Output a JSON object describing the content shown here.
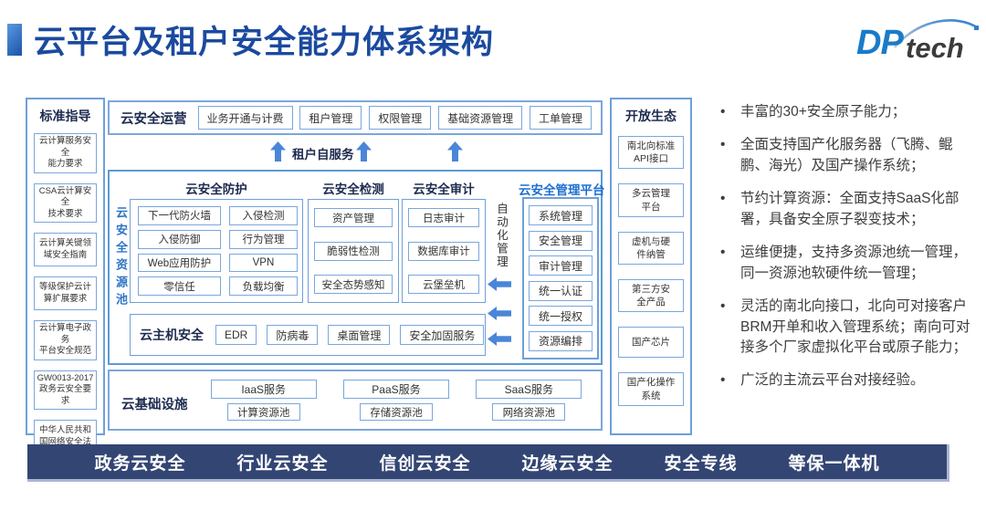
{
  "header": {
    "title": "云平台及租户安全能力体系架构",
    "logo": {
      "dp": "DP",
      "tech": "tech"
    }
  },
  "standards": {
    "title": "标准指导",
    "items": [
      "云计算服务安全\n能力要求",
      "CSA云计算安全\n技术要求",
      "云计算关键领\n域安全指南",
      "等级保护云计\n算扩展要求",
      "云计算电子政务\n平台安全规范",
      "GW0013-2017\n政务云安全要求",
      "中华人民共和\n国网络安全法"
    ]
  },
  "operations": {
    "label": "云安全运营",
    "items": [
      "业务开通与计费",
      "租户管理",
      "权限管理",
      "基础资源管理",
      "工单管理"
    ]
  },
  "self_service": {
    "label": "租户自服务"
  },
  "resource_pool": {
    "label": "云安全资源池",
    "protection": {
      "title": "云安全防护",
      "col1": [
        "下一代防火墙",
        "入侵防御",
        "Web应用防护",
        "零信任"
      ],
      "col2": [
        "入侵检测",
        "行为管理",
        "VPN",
        "负载均衡"
      ]
    },
    "detection": {
      "title": "云安全检测",
      "items": [
        "资产管理",
        "脆弱性检测",
        "安全态势感知"
      ]
    },
    "audit": {
      "title": "云安全审计",
      "items": [
        "日志审计",
        "数据库审计",
        "云堡垒机"
      ]
    },
    "host": {
      "label": "云主机安全",
      "items": [
        "EDR",
        "防病毒",
        "桌面管理",
        "安全加固服务"
      ]
    },
    "automation": {
      "label": "自动化管理"
    },
    "mgmt_platform": {
      "title": "云安全管理平台",
      "items": [
        "系统管理",
        "安全管理",
        "审计管理",
        "统一认证",
        "统一授权",
        "资源编排"
      ]
    }
  },
  "infrastructure": {
    "label": "云基础设施",
    "services": [
      "IaaS服务",
      "PaaS服务",
      "SaaS服务"
    ],
    "pools": [
      "计算资源池",
      "存储资源池",
      "网络资源池"
    ]
  },
  "ecosystem": {
    "title": "开放生态",
    "items": [
      "南北向标准\nAPI接口",
      "多云管理\n平台",
      "虚机与硬\n件纳管",
      "第三方安\n全产品",
      "国产芯片",
      "国产化操作\n系统"
    ]
  },
  "features": {
    "bullet_glyph": "•",
    "bullets": [
      "丰富的30+安全原子能力；",
      "全面支持国产化服务器（飞腾、鲲鹏、海光）及国产操作系统；",
      "节约计算资源：全面支持SaaS化部署，具备安全原子裂变技术；",
      "运维便捷，支持多资源池统一管理，同一资源池软硬件统一管理；",
      "灵活的南北向接口，北向可对接客户BRM开单和收入管理系统；南向可对接多个厂家虚拟化平台或原子能力；",
      "广泛的主流云平台对接经验。"
    ]
  },
  "footer": {
    "items": [
      "政务云安全",
      "行业云安全",
      "信创云安全",
      "边缘云安全",
      "安全专线",
      "等保一体机"
    ]
  },
  "colors": {
    "title_blue": "#1b4a9e",
    "box_border_blue": "#7ba6dd",
    "frame_blue": "#5b9bd5",
    "arrow_blue": "#4a86d8",
    "platform_title_blue": "#1e6fd0",
    "pool_label_blue": "#2e75c6",
    "footer_bg": "#334573"
  }
}
